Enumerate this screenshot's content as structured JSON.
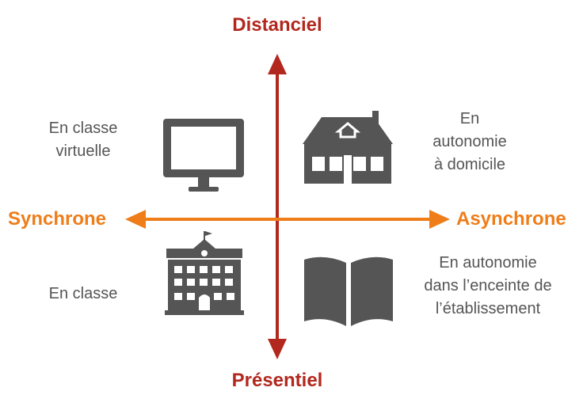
{
  "axes": {
    "top": "Distanciel",
    "bottom": "Présentiel",
    "left": "Synchrone",
    "right": "Asynchrone"
  },
  "quadrants": {
    "top_left": {
      "lines": [
        "En classe",
        "virtuelle"
      ],
      "icon": "computer-monitor-icon"
    },
    "top_right": {
      "lines": [
        "En",
        "autonomie",
        "à domicile"
      ],
      "icon": "house-icon"
    },
    "bottom_left": {
      "lines": [
        "En classe"
      ],
      "icon": "school-building-icon"
    },
    "bottom_right": {
      "lines": [
        "En autonomie",
        "dans l’enceinte de",
        "l’établissement"
      ],
      "icon": "open-book-icon"
    }
  },
  "colors": {
    "vertical_axis": "#b2281e",
    "horizontal_axis": "#ee7d1a",
    "icon": "#555555",
    "text": "#555555"
  }
}
